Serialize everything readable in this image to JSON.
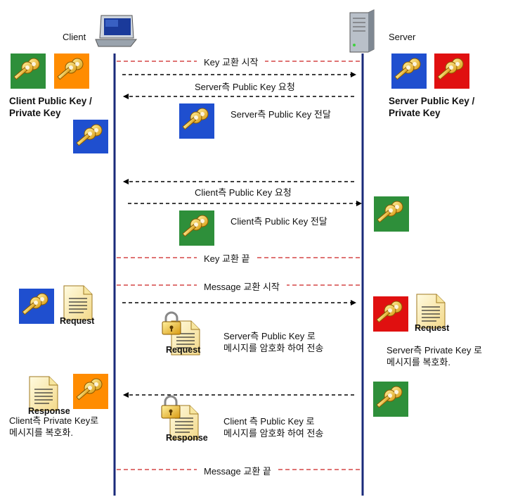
{
  "actors": {
    "client": "Client",
    "server": "Server"
  },
  "key_labels": {
    "client_keys": [
      "Client Public Key /",
      "Private Key"
    ],
    "server_keys": [
      "Server Public Key /",
      "Private Key"
    ]
  },
  "sections": {
    "key_start": "Key 교환 시작",
    "key_end": "Key 교환 끝",
    "msg_start": "Message 교환 시작",
    "msg_end": "Message 교환 끝"
  },
  "messages": {
    "server_key_request": "Server측 Public Key 요청",
    "server_key_deliver": "Server측 Public Key 전달",
    "client_key_request": "Client측 Public Key 요청",
    "client_key_deliver": "Client측 Public Key 전달"
  },
  "notes": {
    "encrypt_server": [
      "Server측 Public Key 로",
      "메시지를 암호화 하여 전송"
    ],
    "decrypt_server": [
      "Server측 Private Key 로",
      "메시지를 복호화."
    ],
    "encrypt_client": [
      "Client 측 Public Key 로",
      "메시지를 암호화 하여 전송"
    ],
    "decrypt_client": [
      "Client측 Private Key로",
      "메시지를 복호화."
    ]
  },
  "docs": {
    "request": "Request",
    "response": "Response"
  },
  "colors": {
    "lifeline": "#1a2a7a",
    "section_line": "#cc2222",
    "arrow": "#000000",
    "tile_blue": "#1f4fcf",
    "tile_green": "#2e8f3a",
    "tile_orange": "#ff8c00",
    "tile_red": "#e01010",
    "key_gold": "#f2c230"
  },
  "icons": [
    "laptop-icon",
    "server-tower-icon",
    "key-icon",
    "document-icon",
    "padlock-icon"
  ]
}
